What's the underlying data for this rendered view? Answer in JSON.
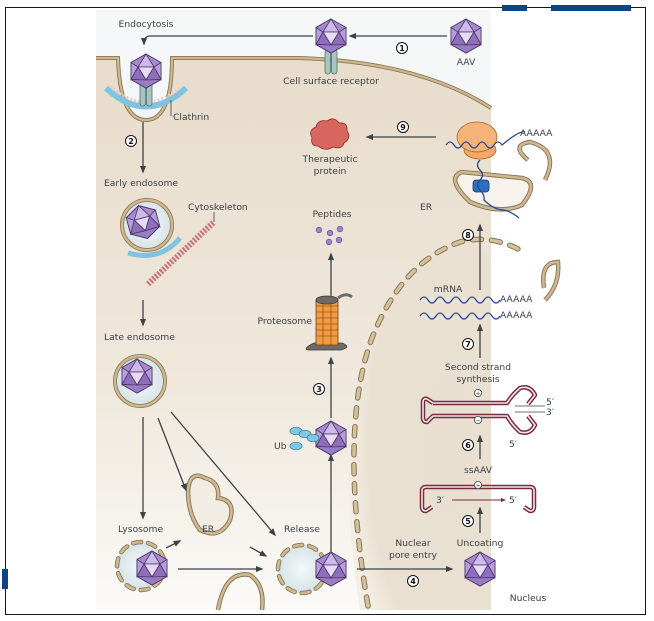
{
  "frame": {
    "accent_color": "#0a4585",
    "border_color": "#101820"
  },
  "colors": {
    "cytoplasm": "#e9e0d0",
    "extracellular": "#eef2f3",
    "membrane": "#c9b48e",
    "membrane_edge": "#8a7556",
    "capsid_dark": "#9a78c4",
    "capsid_light": "#d7c6ec",
    "receptor": "#a9c4c0",
    "clathrin": "#7ec3e0",
    "protein": "#d9665e",
    "ribosome": "#f5a868",
    "proteasome": "#f29a3c",
    "dna": "#7a2a43",
    "mrna_light": "#8fa9dc",
    "mrna_dark": "#1f3f86",
    "peptide": "#9b86cf",
    "arrow": "#3c4247"
  },
  "labels": {
    "endocytosis": "Endocytosis",
    "aav": "AAV",
    "cell_surface_receptor": "Cell surface receptor",
    "clathrin": "Clathrin",
    "early_endosome": "Early endosome",
    "cytoskeleton": "Cytoskeleton",
    "late_endosome": "Late endosome",
    "lysosome": "Lysosome",
    "er_cyto": "ER",
    "release": "Release",
    "nuclear_pore_entry_1": "Nuclear",
    "nuclear_pore_entry_2": "pore entry",
    "uncoating": "Uncoating",
    "nucleus": "Nucleus",
    "ssaav": "ssAAV",
    "ss_3prime": "3′",
    "ss_5prime": "5′",
    "second_strand_1": "Second strand",
    "second_strand_2": "synthesis",
    "ds_5prime_top": "5′",
    "ds_3prime_top": "3′",
    "ds_5prime_bottom": "5′",
    "plus": "+",
    "minus": "−",
    "mrna": "mRNA",
    "polya_1": "AAAAA",
    "polya_2": "AAAAA",
    "polya_ribosome": "AAAAA",
    "er_top": "ER",
    "therapeutic_protein_1": "Therapeutic",
    "therapeutic_protein_2": "protein",
    "peptides": "Peptides",
    "proteosome": "Proteosome",
    "ub": "Ub"
  },
  "steps": {
    "s1": "1",
    "s2": "2",
    "s3": "3",
    "s4": "4",
    "s5": "5",
    "s6": "6",
    "s7": "7",
    "s8": "8",
    "s9": "9"
  }
}
